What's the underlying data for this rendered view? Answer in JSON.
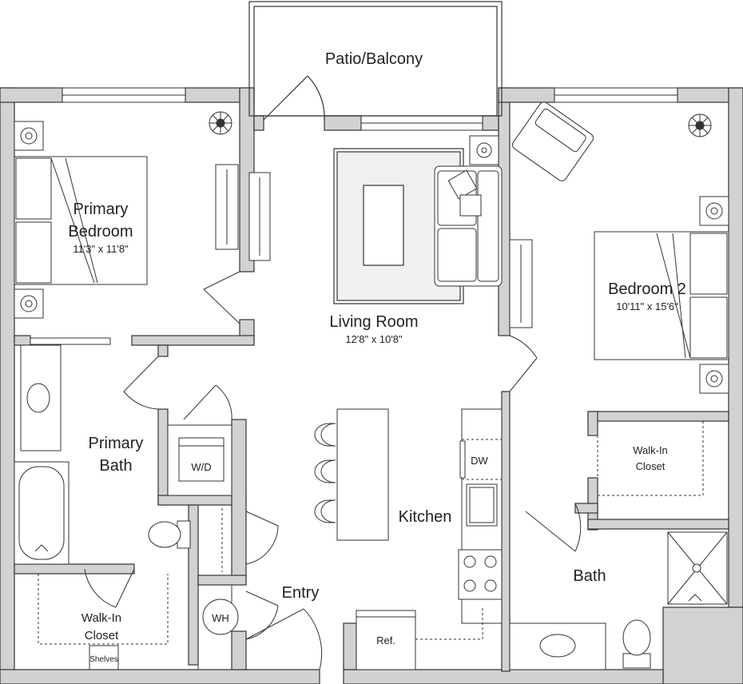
{
  "plan": {
    "wall_color": "#d2d2d2",
    "line_color": "#333333"
  },
  "rooms": {
    "patio": {
      "name": "Patio/Balcony"
    },
    "primary_bedroom": {
      "name_line1": "Primary",
      "name_line2": "Bedroom",
      "dims": "11'3\" x 11'8\""
    },
    "living_room": {
      "name": "Living Room",
      "dims": "12'8\" x 10'8\""
    },
    "bedroom2": {
      "name": "Bedroom 2",
      "dims": "10'11\" x 15'6\""
    },
    "primary_bath": {
      "name_line1": "Primary",
      "name_line2": "Bath"
    },
    "walkin_closet_right": {
      "name_line1": "Walk-In",
      "name_line2": "Closet"
    },
    "kitchen": {
      "name": "Kitchen"
    },
    "bath": {
      "name": "Bath"
    },
    "entry": {
      "name": "Entry"
    },
    "walkin_closet_bottom": {
      "name_line1": "Walk-In",
      "name_line2": "Closet",
      "shelves": "Shelves"
    }
  },
  "fixtures": {
    "washer_dryer": "W/D",
    "dishwasher": "DW",
    "water_heater": "WH",
    "refrigerator": "Ref."
  }
}
